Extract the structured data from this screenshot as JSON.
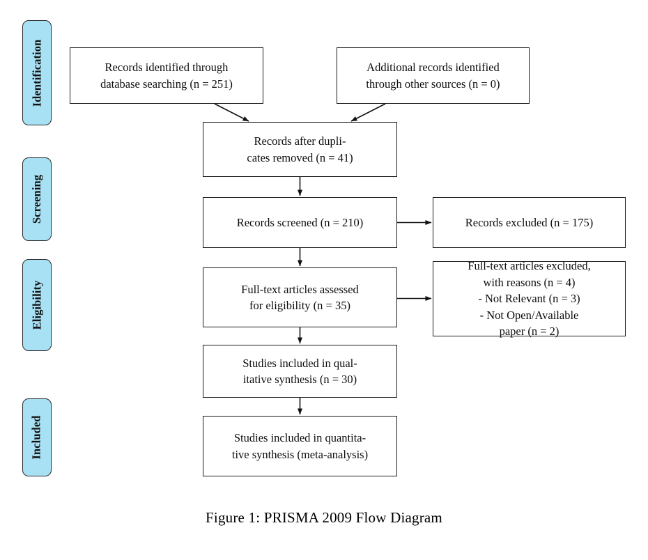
{
  "figure": {
    "caption": "Figure 1: PRISMA 2009 Flow Diagram",
    "accent_color": "#a8e0f4",
    "line_color": "#1a1a1a",
    "background": "#ffffff"
  },
  "stages": [
    {
      "id": "identification",
      "label": "Identification"
    },
    {
      "id": "screening",
      "label": "Screening"
    },
    {
      "id": "eligibility",
      "label": "Eligibility"
    },
    {
      "id": "included",
      "label": "Included"
    }
  ],
  "boxes": [
    {
      "id": "records-identified-database",
      "text": "Records identified through\ndatabase searching (n = 251)",
      "n": 251,
      "stage": "identification"
    },
    {
      "id": "additional-records-other-sources",
      "text": "Additional records identified\nthrough other sources (n = 0)",
      "n": 0,
      "stage": "identification"
    },
    {
      "id": "records-after-duplicates-removed",
      "text": "Records after dupli-\ncates removed (n = 41)",
      "n": 41,
      "stage": "screening"
    },
    {
      "id": "records-screened",
      "text": "Records screened (n = 210)",
      "n": 210,
      "stage": "screening"
    },
    {
      "id": "records-excluded",
      "text": "Records excluded (n = 175)",
      "n": 175,
      "stage": "screening"
    },
    {
      "id": "full-text-articles-assessed",
      "text": "Full-text articles assessed\nfor eligibility (n = 35)",
      "n": 35,
      "stage": "eligibility"
    },
    {
      "id": "full-text-articles-excluded",
      "text": "Full-text articles excluded,\nwith reasons (n = 4)\n- Not Relevant (n = 3)\n- Not Open/Available\npaper (n = 2)",
      "n": 4,
      "stage": "eligibility"
    },
    {
      "id": "studies-included-qualitative",
      "text": "Studies included in qual-\nitative synthesis (n = 30)",
      "n": 30,
      "stage": "included"
    },
    {
      "id": "studies-included-quantitative",
      "text": "Studies included in quantita-\ntive synthesis (meta-analysis)",
      "n": null,
      "stage": "included"
    }
  ],
  "chart_data": {
    "type": "diagram",
    "title": "Figure 1: PRISMA 2009 Flow Diagram",
    "stages": [
      "Identification",
      "Screening",
      "Eligibility",
      "Included"
    ],
    "nodes": [
      {
        "label": "Records identified through database searching",
        "n": 251
      },
      {
        "label": "Additional records identified through other sources",
        "n": 0
      },
      {
        "label": "Records after duplicates removed",
        "n": 41
      },
      {
        "label": "Records screened",
        "n": 210
      },
      {
        "label": "Records excluded",
        "n": 175
      },
      {
        "label": "Full-text articles assessed for eligibility",
        "n": 35
      },
      {
        "label": "Full-text articles excluded, with reasons",
        "n": 4
      },
      {
        "label": "Not Relevant",
        "n": 3
      },
      {
        "label": "Not Open/Available paper",
        "n": 2
      },
      {
        "label": "Studies included in qualitative synthesis",
        "n": 30
      },
      {
        "label": "Studies included in quantitative synthesis (meta-analysis)",
        "n": null
      }
    ],
    "edges": [
      {
        "from": "Records identified through database searching",
        "to": "Records after duplicates removed"
      },
      {
        "from": "Additional records identified through other sources",
        "to": "Records after duplicates removed"
      },
      {
        "from": "Records after duplicates removed",
        "to": "Records screened"
      },
      {
        "from": "Records screened",
        "to": "Records excluded"
      },
      {
        "from": "Records screened",
        "to": "Full-text articles assessed for eligibility"
      },
      {
        "from": "Full-text articles assessed for eligibility",
        "to": "Full-text articles excluded, with reasons"
      },
      {
        "from": "Full-text articles assessed for eligibility",
        "to": "Studies included in qualitative synthesis"
      },
      {
        "from": "Studies included in qualitative synthesis",
        "to": "Studies included in quantitative synthesis (meta-analysis)"
      }
    ]
  }
}
